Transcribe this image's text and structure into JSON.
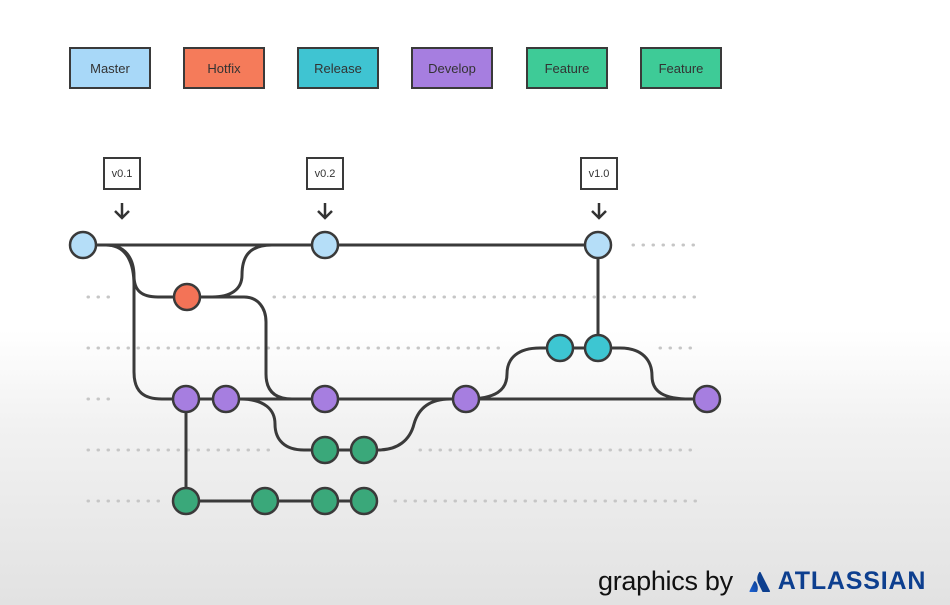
{
  "legend": {
    "master": {
      "label": "Master",
      "color": "#a8d8f8"
    },
    "hotfix": {
      "label": "Hotfix",
      "color": "#f57b5a"
    },
    "release": {
      "label": "Release",
      "color": "#3fc4d2"
    },
    "develop": {
      "label": "Develop",
      "color": "#a67ee0"
    },
    "feature_a": {
      "label": "Feature",
      "color": "#3ecb97"
    },
    "feature_b": {
      "label": "Feature",
      "color": "#3ecb97"
    }
  },
  "tags": {
    "v01": "v0.1",
    "v02": "v0.2",
    "v10": "v1.0"
  },
  "commit_colors": {
    "master": "#b5def8",
    "hotfix": "#f37357",
    "release": "#3dc6d2",
    "develop": "#a67ee0",
    "feature": "#3aa87a"
  },
  "credit": {
    "text": "graphics by",
    "brand": "ATLASSIAN"
  }
}
